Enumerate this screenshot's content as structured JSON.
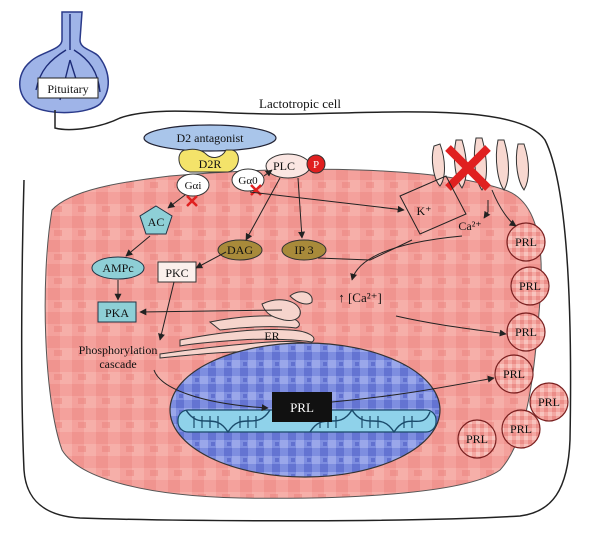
{
  "diagram": {
    "pituitary_label": "Pituitary",
    "cell_label": "Lactotropic cell",
    "d2_antagonist": "D2 antagonist",
    "d2r": "D2R",
    "g_alpha_i": "Gαi",
    "g_alpha_0": "Gα0",
    "plc": "PLC",
    "p": "P",
    "ac": "AC",
    "ampc": "AMPc",
    "pka": "PKA",
    "pkc": "PKC",
    "dag": "DAG",
    "ip3": "IP 3",
    "er": "ER",
    "ca_internal": "↑ [Ca²⁺]",
    "k_plus": "K⁺",
    "ca_channel": "Ca²⁺",
    "phosphorylation_line1": "Phosphorylation",
    "phosphorylation_line2": "cascade",
    "nucleus_prl": "PRL",
    "prl_vesicles": [
      "PRL",
      "PRL",
      "PRL",
      "PRL",
      "PRL",
      "PRL",
      "PRL"
    ],
    "colors": {
      "cytoplasm": "#f29a96",
      "nucleus": "#6f7fd8",
      "receptor": "#f4e36a",
      "membrane_protein": "#b8cde8",
      "teal": "#8ecfd6",
      "olive": "#a88a3a",
      "inhibit": "#e02020"
    }
  }
}
